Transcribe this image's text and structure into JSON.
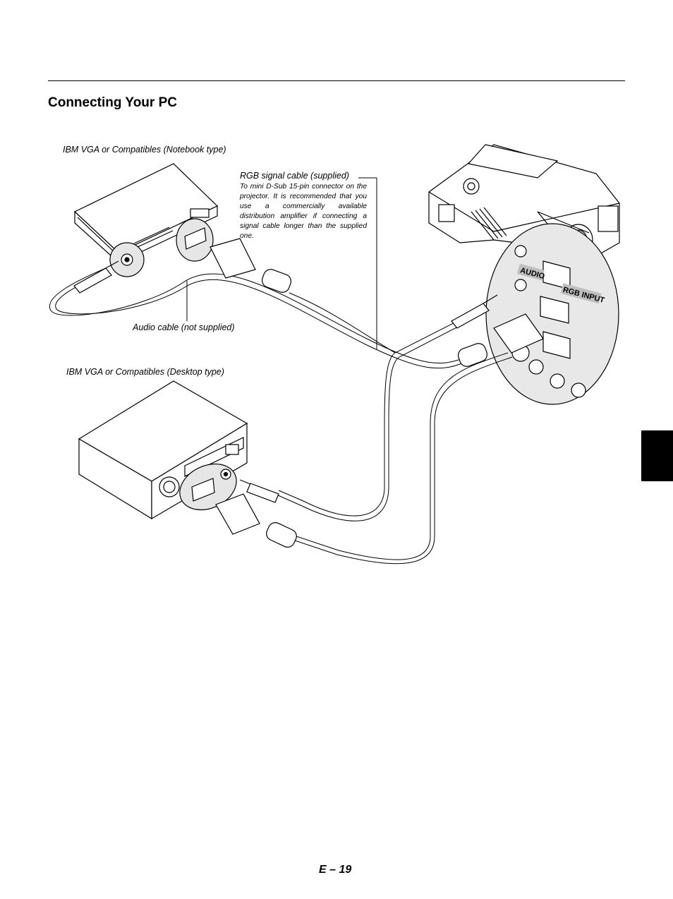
{
  "section": {
    "title": "Connecting Your PC"
  },
  "labels": {
    "notebook": "IBM VGA or Compatibles (Notebook type)",
    "rgb_cable": "RGB signal cable (supplied)",
    "rgb_note": "To mini D-Sub 15-pin connector on the projector. It is recommended that you use a commercially available distribution amplifier if connecting a signal cable longer than the supplied one.",
    "audio_cable": "Audio cable (not supplied)",
    "desktop": "IBM VGA or Compatibles (Desktop type)"
  },
  "projector_panel": {
    "audio": "AUDIO",
    "rgb_input": "RGB INPUT"
  },
  "footer": {
    "page_number": "E – 19"
  }
}
